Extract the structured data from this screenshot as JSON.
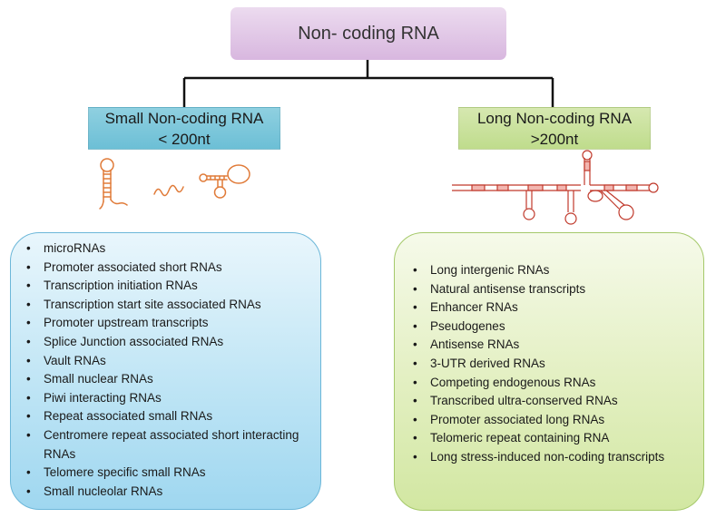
{
  "root": {
    "label": "Non- coding RNA"
  },
  "small": {
    "title_line1": "Small Non-coding RNA",
    "title_line2": "< 200nt",
    "items": [
      "microRNAs",
      "Promoter associated short RNAs",
      "Transcription initiation RNAs",
      "Transcription start site associated RNAs",
      "Promoter upstream transcripts",
      "Splice Junction associated RNAs",
      "Vault RNAs",
      "Small nuclear RNAs",
      "Piwi interacting RNAs",
      "Repeat associated small RNAs",
      "Centromere repeat associated short interacting RNAs",
      "Telomere specific small RNAs",
      "Small nucleolar RNAs"
    ]
  },
  "long": {
    "title_line1": "Long Non-coding RNA",
    "title_line2": ">200nt",
    "items": [
      "Long intergenic RNAs",
      "Natural antisense transcripts",
      "Enhancer RNAs",
      "Pseudogenes",
      "Antisense RNAs",
      "3-UTR derived RNAs",
      "Competing endogenous RNAs",
      "Transcribed ultra-conserved RNAs",
      "Promoter associated long RNAs",
      "Telomeric  repeat containing RNA",
      "Long stress-induced non-coding transcripts"
    ]
  },
  "colors": {
    "root_fill": "#d8b7df",
    "small_fill": "#6cbfd6",
    "long_fill": "#bfdc8c",
    "rna_small": "#e07b39",
    "rna_long": "#c0392b"
  },
  "icons": {
    "small": "small-rna-structures-icon",
    "long": "long-rna-structure-icon"
  }
}
